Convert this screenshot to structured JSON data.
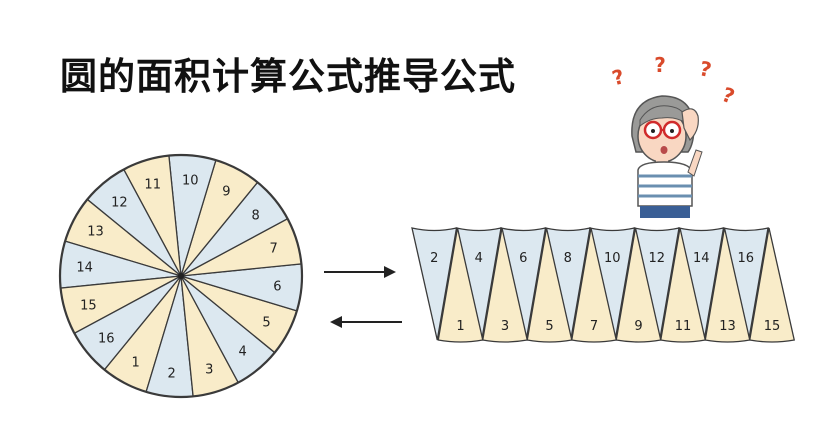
{
  "title": "圆的面积计算公式推导公式",
  "circle": {
    "sector_labels": [
      "1",
      "2",
      "3",
      "4",
      "5",
      "6",
      "7",
      "8",
      "9",
      "10",
      "11",
      "12",
      "13",
      "14",
      "15",
      "16"
    ],
    "colors": {
      "light_blue": "#dce8f0",
      "light_yellow": "#f9ecc9",
      "outline": "#3a3a3a"
    }
  },
  "strip": {
    "top_labels": [
      "2",
      "4",
      "6",
      "8",
      "10",
      "12",
      "14",
      "16"
    ],
    "bottom_labels": [
      "1",
      "3",
      "5",
      "7",
      "9",
      "11",
      "13",
      "15"
    ]
  },
  "arrows": [
    "right-arrow",
    "left-arrow"
  ],
  "question_marks": [
    "?",
    "?",
    "?",
    "?"
  ]
}
